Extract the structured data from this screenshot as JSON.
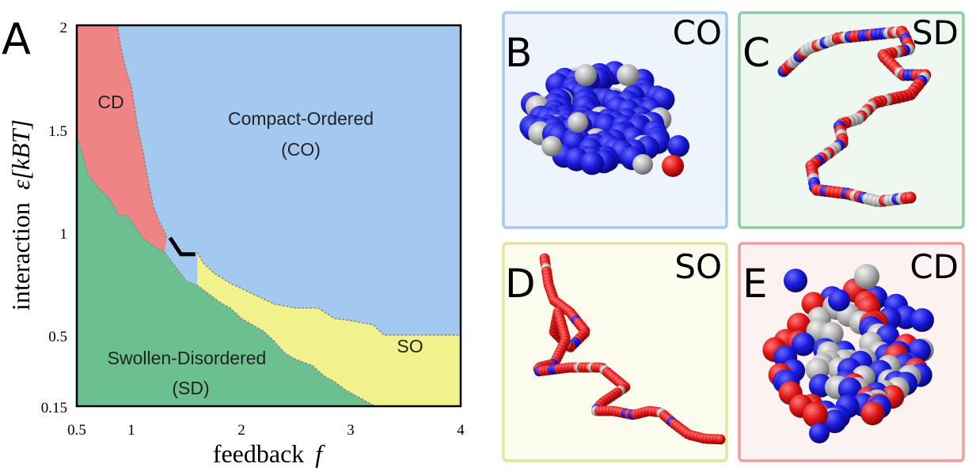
{
  "figure": {
    "panels": [
      {
        "letter": "A"
      },
      {
        "letter": "B",
        "tag": "CO",
        "bg": "#eef4fc",
        "border": "#a7c8ec"
      },
      {
        "letter": "C",
        "tag": "SD",
        "bg": "#eef7f0",
        "border": "#8fcaa2"
      },
      {
        "letter": "D",
        "tag": "SO",
        "bg": "#fbfbee",
        "border": "#e4e49e"
      },
      {
        "letter": "E",
        "tag": "CD",
        "bg": "#fcf2f2",
        "border": "#ee9e9e"
      }
    ],
    "colors": {
      "CO": "#a4c9f1",
      "CD": "#ef8484",
      "SD": "#6cc08f",
      "SO": "#f1f28b",
      "bead_blue": "#1a1adc",
      "bead_red": "#e21616",
      "bead_gray": "#a9a9a9"
    }
  },
  "chart_data": {
    "type": "heatmap",
    "xlabel": "feedback  f",
    "ylabel": "interaction  ε[k_B T]",
    "ylabel_main": "interaction",
    "ylabel_symbol": "ε[kBT]",
    "xlabel_main": "feedback",
    "xlabel_symbol": "f",
    "xlim": [
      0.5,
      4
    ],
    "ylim": [
      0.15,
      2
    ],
    "x_ticks": [
      "0.5",
      "1",
      "2",
      "3",
      "4"
    ],
    "y_ticks": [
      "0.15",
      "0.5",
      "1",
      "1.5",
      "2"
    ],
    "regions": [
      {
        "id": "CO",
        "label_line1": "Compact-Ordered",
        "label_line2": "(CO)"
      },
      {
        "id": "CD",
        "label_line1": "CD",
        "label_line2": ""
      },
      {
        "id": "SD",
        "label_line1": "Swollen-Disordered",
        "label_line2": "(SD)"
      },
      {
        "id": "SO",
        "label_line1": "SO",
        "label_line2": ""
      }
    ],
    "boundaries": {
      "SD_upper": [
        [
          0.5,
          1.47
        ],
        [
          0.6,
          1.28
        ],
        [
          0.7,
          1.21
        ],
        [
          0.8,
          1.16
        ],
        [
          0.88,
          1.08
        ],
        [
          0.95,
          1.08
        ],
        [
          1.0,
          1.05
        ],
        [
          1.05,
          1.01
        ],
        [
          1.1,
          0.97
        ],
        [
          1.2,
          0.93
        ],
        [
          1.3,
          0.9
        ],
        [
          1.4,
          0.83
        ],
        [
          1.5,
          0.76
        ],
        [
          1.6,
          0.74
        ],
        [
          1.7,
          0.7
        ],
        [
          1.8,
          0.66
        ],
        [
          1.9,
          0.63
        ],
        [
          2.0,
          0.58
        ],
        [
          2.1,
          0.55
        ],
        [
          2.2,
          0.52
        ],
        [
          2.3,
          0.47
        ],
        [
          2.4,
          0.41
        ],
        [
          2.5,
          0.38
        ],
        [
          2.65,
          0.35
        ],
        [
          2.75,
          0.3
        ],
        [
          2.85,
          0.27
        ],
        [
          2.95,
          0.23
        ],
        [
          3.05,
          0.2
        ],
        [
          3.15,
          0.17
        ],
        [
          3.22,
          0.15
        ]
      ],
      "CD_right": [
        [
          0.87,
          2.0
        ],
        [
          0.9,
          1.9
        ],
        [
          0.95,
          1.78
        ],
        [
          1.0,
          1.7
        ],
        [
          1.05,
          1.52
        ],
        [
          1.1,
          1.4
        ],
        [
          1.15,
          1.25
        ],
        [
          1.2,
          1.12
        ],
        [
          1.25,
          1.05
        ],
        [
          1.3,
          1.0
        ],
        [
          1.32,
          0.97
        ]
      ],
      "SO_upper": [
        [
          1.6,
          0.9
        ],
        [
          1.65,
          0.85
        ],
        [
          1.75,
          0.8
        ],
        [
          1.9,
          0.75
        ],
        [
          2.1,
          0.7
        ],
        [
          2.3,
          0.65
        ],
        [
          2.5,
          0.63
        ],
        [
          2.7,
          0.63
        ],
        [
          2.85,
          0.58
        ],
        [
          3.0,
          0.57
        ],
        [
          3.2,
          0.55
        ],
        [
          3.3,
          0.5
        ],
        [
          3.5,
          0.5
        ],
        [
          4.0,
          0.5
        ]
      ],
      "marker": [
        [
          1.35,
          0.97
        ],
        [
          1.45,
          0.89
        ],
        [
          1.58,
          0.89
        ]
      ]
    }
  }
}
